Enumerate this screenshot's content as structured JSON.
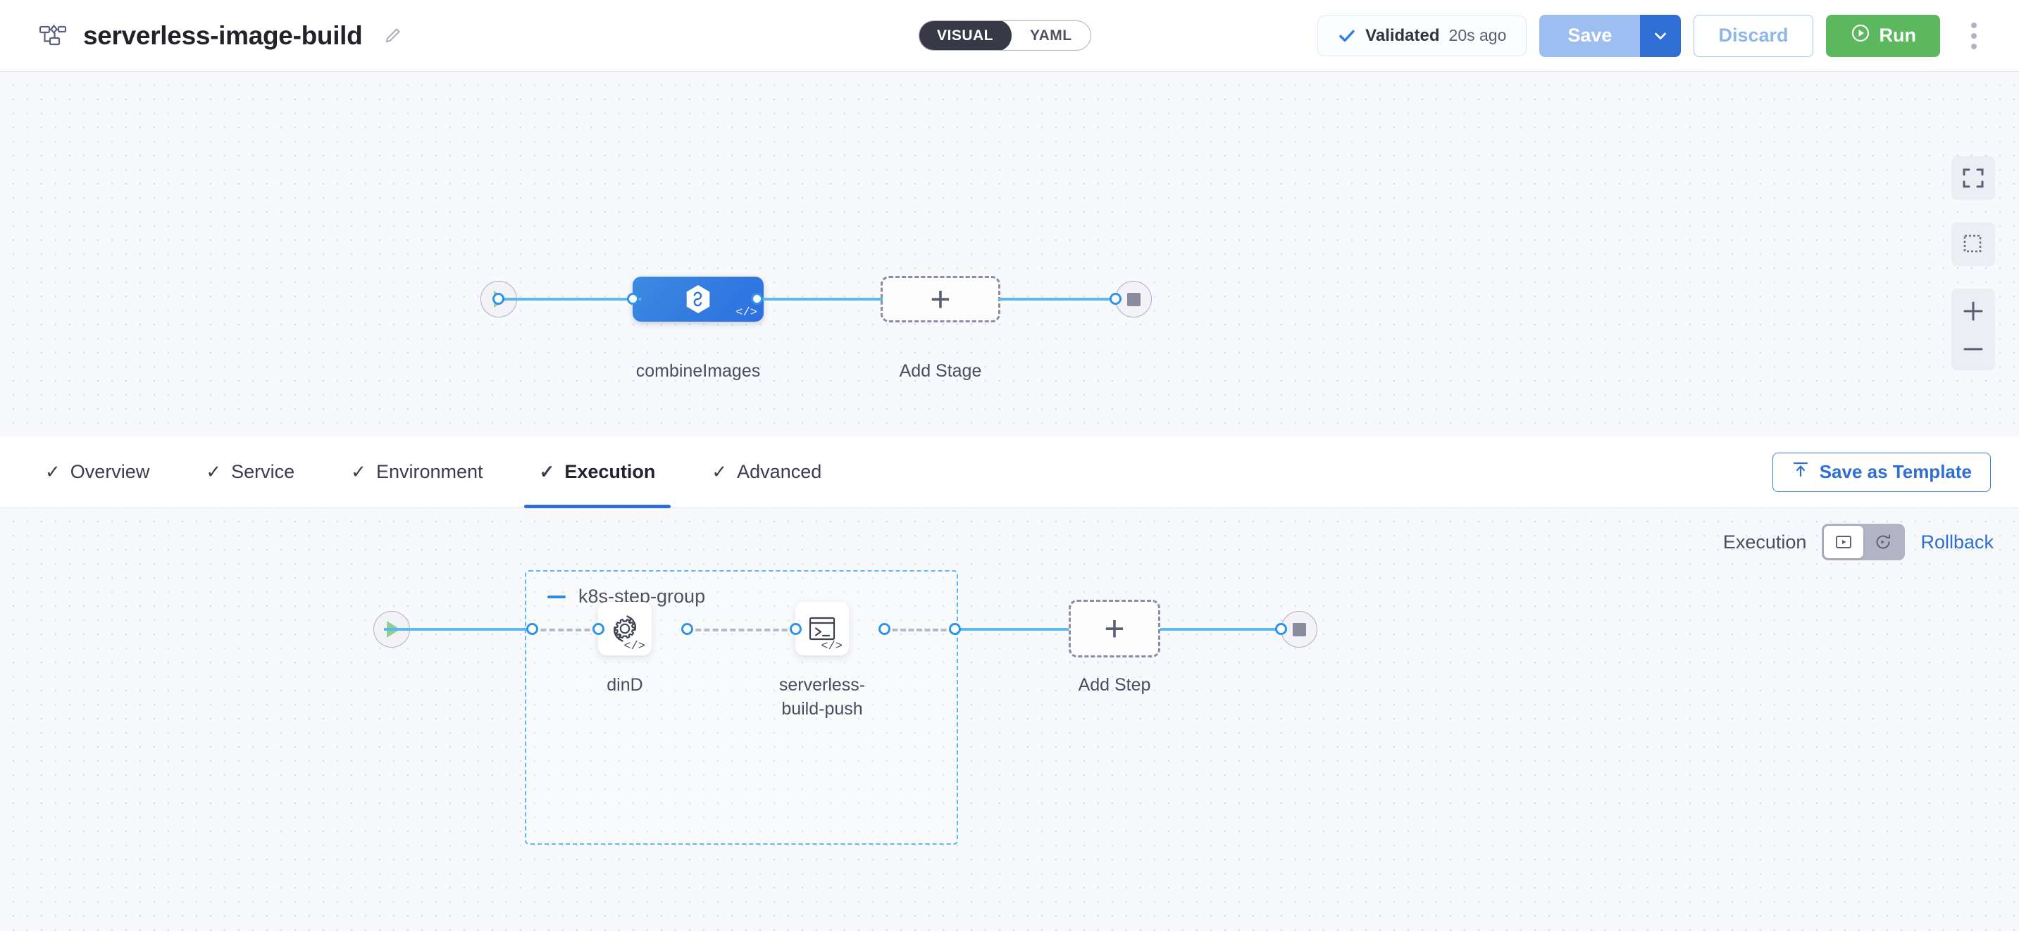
{
  "header": {
    "pipeline_icon": "pipeline-icon",
    "title": "serverless-image-build",
    "edit_icon": "pencil-icon",
    "mode_toggle": {
      "visual": "VISUAL",
      "yaml": "YAML",
      "active": "VISUAL"
    },
    "validated": {
      "icon": "check-icon",
      "label": "Validated",
      "time": "20s ago"
    },
    "save_label": "Save",
    "save_caret_icon": "chevron-down-icon",
    "discard_label": "Discard",
    "run_label": "Run",
    "run_icon": "play-circle-icon",
    "more_icon": "kebab-menu-icon"
  },
  "stage_canvas": {
    "start_icon": "play-icon",
    "end_icon": "stop-icon",
    "stage": {
      "label": "combineImages",
      "icon": "ci-hexagon-icon",
      "code_badge": "</>"
    },
    "add_stage": {
      "label": "Add Stage",
      "icon": "plus-icon"
    },
    "controls": [
      {
        "name": "fit-to-screen-icon"
      },
      {
        "name": "select-area-icon"
      },
      {
        "name": "zoom-in-icon"
      },
      {
        "name": "zoom-out-icon"
      }
    ]
  },
  "tabs": {
    "items": [
      {
        "label": "Overview",
        "check": "✓",
        "active": false
      },
      {
        "label": "Service",
        "check": "✓",
        "active": false
      },
      {
        "label": "Environment",
        "check": "✓",
        "active": false
      },
      {
        "label": "Execution",
        "check": "✓",
        "active": true
      },
      {
        "label": "Advanced",
        "check": "✓",
        "active": false
      }
    ],
    "save_as_template": {
      "label": "Save as Template",
      "icon": "upload-template-icon"
    }
  },
  "execution": {
    "label": "Execution",
    "toggle": {
      "execution_icon": "execution-view-icon",
      "rollback_icon": "rollback-view-icon",
      "active": "execution"
    },
    "rollback_link": "Rollback",
    "group": {
      "title": "k8s-step-group",
      "collapse_icon": "minus-icon"
    },
    "steps": [
      {
        "label": "dinD",
        "icon": "gear-rotate-icon",
        "code_badge": "</>"
      },
      {
        "label": "serverless-\nbuild-push",
        "icon": "terminal-icon",
        "code_badge": "</>"
      }
    ],
    "add_step": {
      "label": "Add Step",
      "icon": "plus-icon"
    },
    "start_icon": "play-icon",
    "end_icon": "stop-icon",
    "controls": [
      {
        "name": "fit-to-screen-icon"
      },
      {
        "name": "select-area-icon"
      },
      {
        "name": "zoom-in-icon"
      },
      {
        "name": "zoom-out-icon"
      }
    ]
  },
  "colors": {
    "accent_blue": "#2f6ed4",
    "edge_blue": "#5cb8ee",
    "run_green": "#5cb85f",
    "canvas_bg": "#f7f9fc",
    "stage_blue": "#2c6fe0"
  }
}
